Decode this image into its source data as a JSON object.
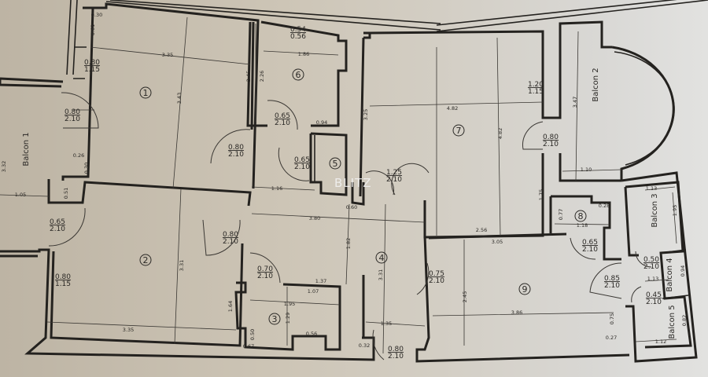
{
  "watermark": "BLITZ",
  "rooms": [
    "1",
    "2",
    "3",
    "4",
    "5",
    "6",
    "7",
    "8",
    "9"
  ],
  "balconies": [
    "Balcon 1",
    "Balcon 2",
    "Balcon 3",
    "Balcon 4",
    "Balcon 5"
  ],
  "doors": [
    {
      "w": "0.80",
      "h": "1.15"
    },
    {
      "w": "0.80",
      "h": "2.10"
    },
    {
      "w": "0.80",
      "h": "2.10"
    },
    {
      "w": "0.65",
      "h": "2.10"
    },
    {
      "w": "0.65",
      "h": "2.10"
    },
    {
      "w": "0.54",
      "h": "0.56"
    },
    {
      "w": "0.65",
      "h": "2.10"
    },
    {
      "w": "0.80",
      "h": "1.15"
    },
    {
      "w": "0.80",
      "h": "2.10"
    },
    {
      "w": "0.70",
      "h": "2.10"
    },
    {
      "w": "0.80",
      "h": "2.10"
    },
    {
      "w": "1.25",
      "h": "2.10"
    },
    {
      "w": "0.75",
      "h": "2.10"
    },
    {
      "w": "1.20",
      "h": "1.15"
    },
    {
      "w": "0.80",
      "h": "2.10"
    },
    {
      "w": "0.65",
      "h": "2.10"
    },
    {
      "w": "0.85",
      "h": "2.10"
    },
    {
      "w": "0.50",
      "h": "2.10"
    },
    {
      "w": "0.45",
      "h": "2.10"
    }
  ],
  "dimensions": [
    "3.35",
    "3.43",
    "2.45",
    "2.26",
    "1.86",
    "0.30",
    "0.61",
    "3.32",
    "1.05",
    "0.51",
    "0.26",
    "0.30",
    "1.16",
    "3.80",
    "1.82",
    "3.31",
    "3.31",
    "3.35",
    "1.64",
    "1.37",
    "1.07",
    "1.95",
    "1.29",
    "0.56",
    "0.67",
    "0.50",
    "1.35",
    "0.32",
    "4.82",
    "4.82",
    "3.25",
    "2.56",
    "3.05",
    "1.75",
    "1.10",
    "3.47",
    "1.18",
    "0.77",
    "0.28",
    "1.13",
    "1.13",
    "1.12",
    "2.45",
    "3.86",
    "0.75",
    "0.27",
    "0.94",
    "0.82",
    "1.95",
    "0.60",
    "0.94"
  ]
}
